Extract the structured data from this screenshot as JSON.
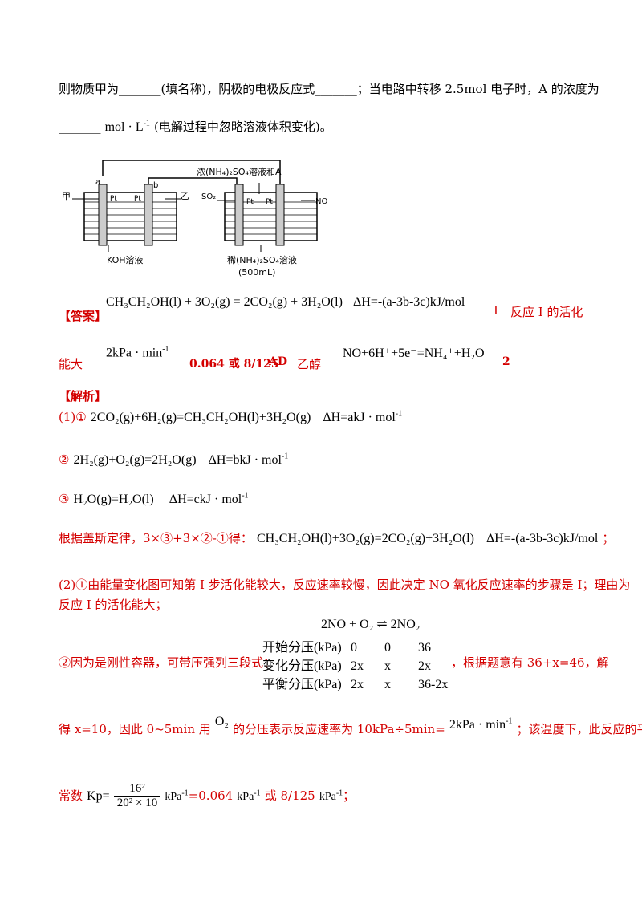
{
  "intro": {
    "line1": "则物质甲为_______(填名称)，阴极的电极反应式_______；当电路中转移 2.5mol 电子时，A 的浓度为",
    "line2_blank": "_______",
    "line2_unit": "mol · L",
    "line2_unit_sup": "-1",
    "line2_note": "(电解过程中忽略溶液体积变化)。"
  },
  "diagram": {
    "label_top": "浓(NH₄)₂SO₄溶液和A",
    "label_a": "a",
    "label_b": "b",
    "label_jia": "甲",
    "label_yi": "乙",
    "label_so2": "SO₂",
    "label_no": "NO",
    "label_pt1": "Pt",
    "label_pt2": "Pt",
    "label_pt3": "Pt",
    "label_pt4": "Pt",
    "label_koh": "KOH溶液",
    "label_dilute": "稀(NH₄)₂SO₄溶液",
    "label_volume": "(500mL)"
  },
  "answer": {
    "tag": "【答案】",
    "eq1": "CH₃CH₂OH(l) + 3O₂(g) = 2CO₂(g) + 3H₂O(l)",
    "dh1": "ΔH=-(a-3b-3c)kJ/mol",
    "a2": "I",
    "a3_head": "反应 I 的活化",
    "a3_tail": "能大",
    "rate": "2kPa · min",
    "rate_sup": "-1",
    "kp": "0.064 或 8/125",
    "choice": "AD",
    "substance": "乙醇",
    "cathode": "NO+6H⁺+5e⁻=NH₄⁺+H₂O",
    "conc": "2"
  },
  "analysis": {
    "tag": "【解析】",
    "s1_label": "(1)①",
    "s1_eq": "2CO₂(g)+6H₂(g)=CH₃CH₂OH(l)+3H₂O(g)",
    "s1_dh": "ΔH=akJ · mol",
    "s2_label": "②",
    "s2_eq": "2H₂(g)+O₂(g)=2H₂O(g)",
    "s2_dh": "ΔH=bkJ · mol",
    "s3_label": "③",
    "s3_eq": "H₂O(g)=H₂O(l)",
    "s3_dh": "ΔH=ckJ · mol",
    "sup_m1": "-1",
    "hess_text": "根据盖斯定律，3×③+3×②-①得：",
    "hess_eq": "CH₃CH₂OH(l)+3O₂(g)=2CO₂(g)+3H₂O(l)",
    "hess_dh": "ΔH=-(a-3b-3c)kJ/mol",
    "hess_end": "；",
    "p2_line1": "(2)①由能量变化图可知第 I 步活化能较大，反应速率较慢，因此决定 NO 氧化反应速率的步骤是 I；理由为",
    "p2_line2": "反应 I 的活化能大；",
    "ice_eq": "2NO + O₂ ⇌ 2NO₂",
    "ice_rows": [
      {
        "label": "开始分压(kPa)",
        "c1": "0",
        "c2": "0",
        "c3": "36"
      },
      {
        "label": "变化分压(kPa)",
        "c1": "2x",
        "c2": "x",
        "c3": "2x"
      },
      {
        "label": "平衡分压(kPa)",
        "c1": "2x",
        "c2": "x",
        "c3": "36-2x"
      }
    ],
    "ice_left": "②因为是刚性容器，可带压强列三段式：",
    "ice_right": "，根据题意有 36+x=46，解",
    "rate_line_a": "得 x=10，因此 0~5min 用",
    "rate_o2": "O₂",
    "rate_line_b": "的分压表示反应速率为 10kPa÷5min=",
    "rate_val": "2kPa · min",
    "rate_line_c": "；该温度下，此反应的平衡",
    "kp_head": "常数",
    "kp_label": "Kp=",
    "kp_num": "16²",
    "kp_den": "20² × 10",
    "kp_unit1": "kPa",
    "kp_mid": "=0.064",
    "kp_unit2": "kPa",
    "kp_or": "或 8/125",
    "kp_unit3": "kPa",
    "kp_end": "；"
  }
}
